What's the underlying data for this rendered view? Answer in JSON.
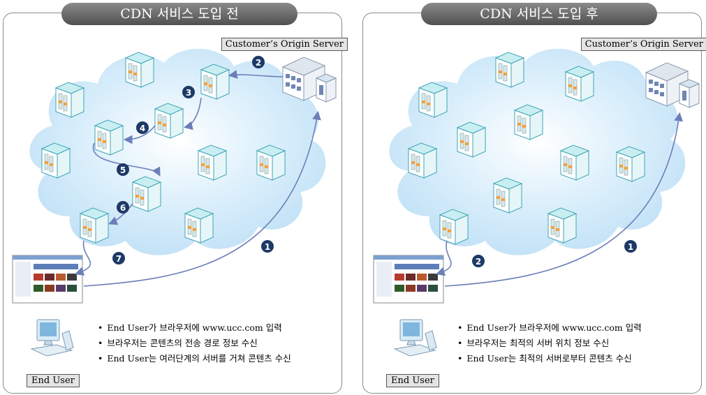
{
  "panels": [
    {
      "title": "CDN 서비스 도입 전",
      "origin_label": "Customer’s Origin Server",
      "end_user_label": "End User",
      "steps": [
        "1",
        "2",
        "3",
        "4",
        "5",
        "6",
        "7"
      ],
      "bullets": [
        "End User가 브라우저에 www.ucc.com 입력",
        "브라우저는 콘텐츠의 전송 경로 정보 수신",
        "End User는 여러단계의 서버를 거쳐 콘텐츠 수신"
      ]
    },
    {
      "title": "CDN 서비스 도입 후",
      "origin_label": "Customer’s Origin Server",
      "end_user_label": "End User",
      "steps": [
        "1",
        "2"
      ],
      "bullets": [
        "End User가 브라우저에 www.ucc.com 입력",
        "브라우저는 최적의 서버 위치 정보 수신",
        "End User는 최적의 서버로부터 콘텐츠 수신"
      ]
    }
  ],
  "colors": {
    "cloud": "#d6ecfa",
    "arrow": "#6d7fb8",
    "step_badge": "#1d3966",
    "server": "#7fcfd8"
  },
  "icons": [
    "server-icon",
    "origin-server-icon",
    "browser-window-icon",
    "computer-icon"
  ]
}
